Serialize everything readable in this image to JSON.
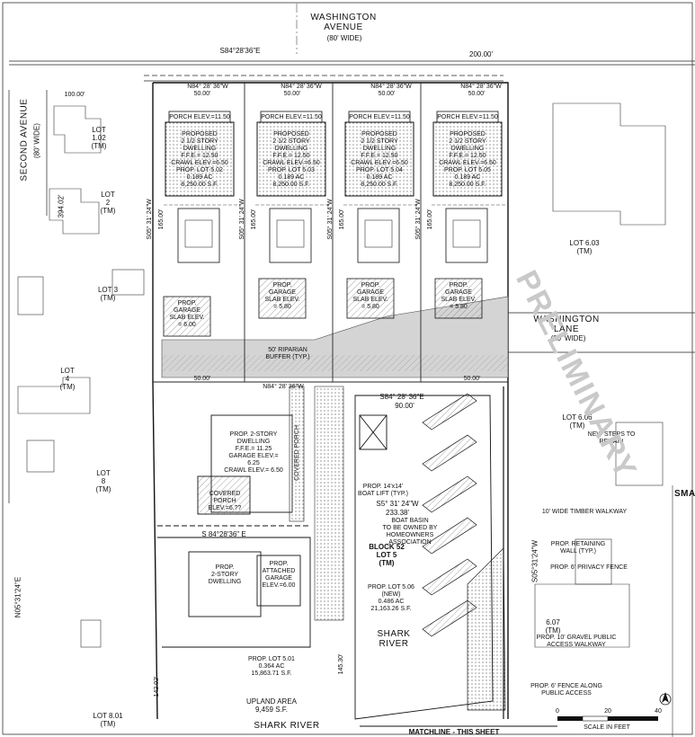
{
  "streets": {
    "washington_avenue": "WASHINGTON\nAVENUE",
    "washington_avenue_width": "(80' WIDE)",
    "second_avenue": "SECOND AVENUE",
    "second_avenue_width": "(80' WIDE)",
    "washington_lane": "WASHINGTON\nLANE",
    "washington_lane_width": "(20' WIDE)"
  },
  "bearings": {
    "top": "S84°28'36\"E",
    "top_dist": "200.00'",
    "n84_1": "N84° 28' 36\"W",
    "n84_2": "N84° 28' 36\"W",
    "n84_3": "N84° 28' 36\"W",
    "n84_4": "N84° 28' 36\"W",
    "mid": "N84° 28' 36\"W",
    "s84_mid": "S84° 28' 36\"E",
    "s84_mid_dist": "90.00'",
    "s84_low": "S 84°28'36\" E",
    "left_vert": "N05°31'24\"E",
    "left_vert_dist": "394.02'",
    "s05_1": "S05° 31' 24\"W",
    "s05_2": "S05° 31' 24\"W",
    "s05_3": "S05° 31' 24\"W",
    "s05_4": "S05° 31' 24\"W",
    "s55": "S5° 31' 24\"W",
    "s55_dist": "233.38'",
    "right_low": "S05°31'24\"W",
    "d100": "100.00'",
    "d165_1": "165.00'",
    "d165_2": "165.00'",
    "d165_3": "165.00'",
    "d165_4": "165.00'",
    "d50_1": "50.00'",
    "d50_2": "50.00'",
    "d50_3": "50.00'",
    "d50_4": "50.00'",
    "d50_5": "50.00'",
    "d50_6": "50.00'",
    "d142": "142.02'",
    "d145": "145.30'"
  },
  "lots": {
    "lot_102": "LOT\n1.02\n(TM)",
    "lot_2": "LOT\n2\n(TM)",
    "lot_3": "LOT 3\n(TM)",
    "lot_4": "LOT\n4\n(TM)",
    "lot_8": "LOT\n8\n(TM)",
    "lot_801": "LOT 8.01\n(TM)",
    "lot_603": "LOT 6.03\n(TM)",
    "lot_606": "LOT 6.06\n(TM)",
    "lot_607": "6.07\n(TM)",
    "block52": "BLOCK 52\nLOT 5\n(TM)",
    "lot5_area": "PROP. LOT 5.06 (NEW)\n0.486 AC\n21,163.26 S.F.",
    "lot501_area": "PROP. LOT 5.01\n0.364 AC\n15,863.71 S.F.",
    "upland": "UPLAND AREA\n9,459 S.F."
  },
  "dwellings": [
    {
      "porch": "PORCH ELEV.=11.50",
      "house": "PROPOSED\n2 1/2 STORY\nDWELLING\nF.F.E.= 12.50\nCRAWL ELEV.=6.50",
      "lot": "PROP. LOT 5.02\n0.189 AC\n8,250.00 S.F.",
      "garage": "PROP.\nGARAGE\nSLAB ELEV.\n= 6.00"
    },
    {
      "porch": "PORCH ELEV.=11.50",
      "house": "PROPOSED\n2 1/2 STORY\nDWELLING\nF.F.E.= 12.50\nCRAWL ELEV.=6.50",
      "lot": "PROP. LOT 5.03\n0.189 AC\n8,250.00 S.F.",
      "garage": "PROP.\nGARAGE\nSLAB ELEV.\n= 5.80"
    },
    {
      "porch": "PORCH ELEV.=11.50",
      "house": "PROPOSED\n2 1/2 STORY\nDWELLING\nF.F.E.= 12.50\nCRAWL ELEV.=6.50",
      "lot": "PROP. LOT 5.04\n0.189 AC\n8,250.00 S.F.",
      "garage": "PROP.\nGARAGE\nSLAB ELEV.\n= 5.80"
    },
    {
      "porch": "PORCH ELEV.=11.50",
      "house": "PROPOSED\n2 1/2 STORY\nDWELLING\nF.F.E.= 12.50\nCRAWL ELEV.=6.50",
      "lot": "PROP. LOT 5.05\n0.189 AC\n8,250.00 S.F.",
      "garage": "PROP.\nGARAGE\nSLAB ELEV.\n= 5.80"
    }
  ],
  "mid_dwelling": "PROP. 2-STORY\nDWELLING\nF.F.E.= 11.25\nGARAGE ELEV.=\n6.25\nCRAWL ELEV.= 6.50",
  "covered_porch": "COVERED\nPORCH\nELEV.=6.??",
  "covered_porch_v": "COVERED PORCH",
  "low_dwelling": "PROP.\n2-STORY\nDWELLING",
  "low_garage": "PROP.\nATTACHED\nGARAGE\nELEV.=6.00",
  "riparian": "50' RIPARIAN\nBUFFER (TYP.)",
  "boat_basin": "BOAT BASIN\nTO BE OWNED BY\nHOMEOWNERS\nASSOCIATION",
  "shark_river": "SHARK\nRIVER",
  "shark_river_bottom": "SHARK RIVER",
  "matchline": "MATCHLINE - THIS SHEET",
  "walkway": "10' WIDE TIMBER WALKWAY",
  "retaining_wall": "PROP. RETAINING\nWALL (TYP.)",
  "privacy_fence": "PROP. 6' PRIVACY FENCE",
  "gravel_access": "PROP. 10' GRAVEL PUBLIC\nACCESS WALKWAY",
  "fence_public": "PROP. 6' FENCE ALONG\nPUBLIC ACCESS",
  "boat_lift": "PROP. 14'x14'\nBOAT LIFT (TYP.)",
  "steps": "NEW STEPS TO REMAIN",
  "scale": "SCALE IN FEET",
  "scale_ticks": [
    "0",
    "20",
    "40"
  ],
  "sma_title": "SMA",
  "watermark": "PRELIMINARY"
}
